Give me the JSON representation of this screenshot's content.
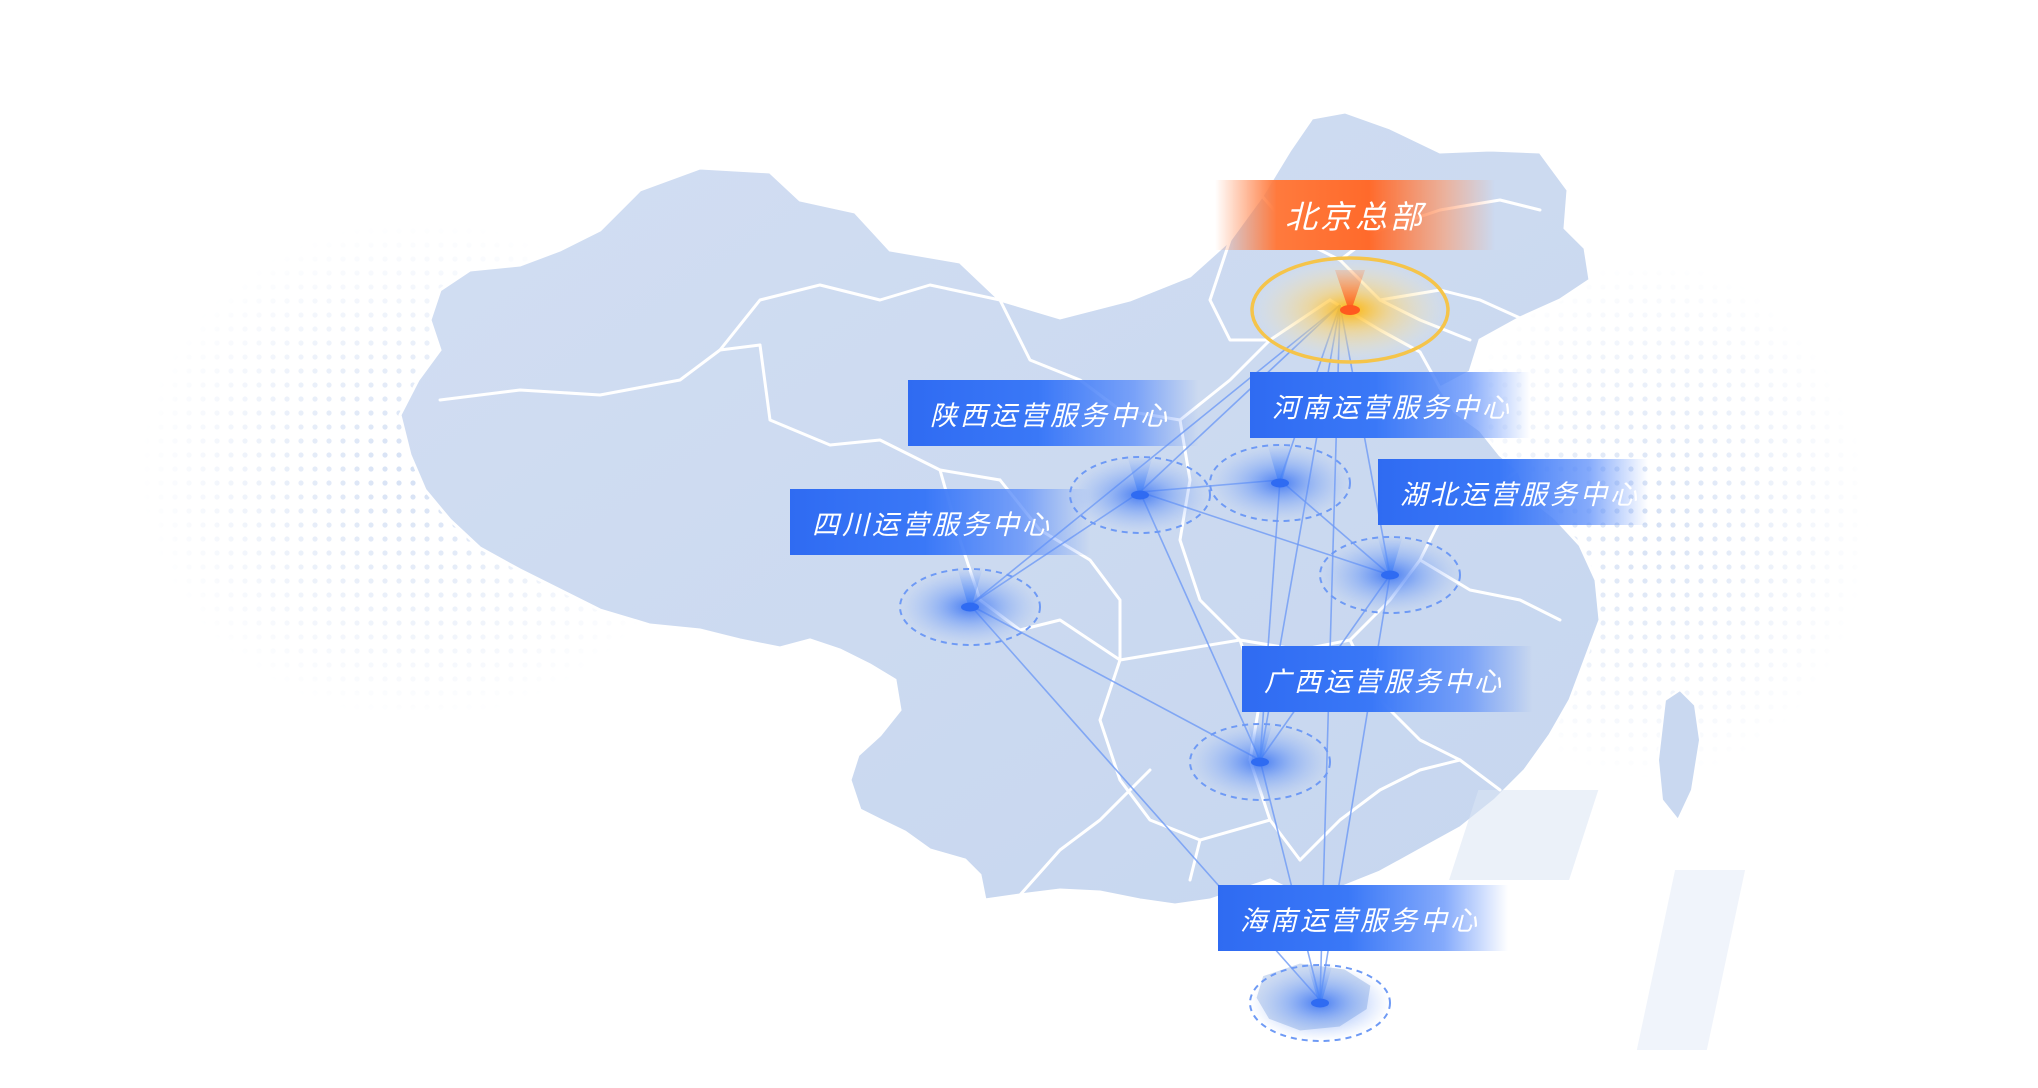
{
  "headquarters": {
    "label": "北京总部",
    "color": "#ff6a2b"
  },
  "centers": [
    {
      "id": "shaanxi",
      "label": "陕西运营服务中心"
    },
    {
      "id": "henan",
      "label": "河南运营服务中心"
    },
    {
      "id": "hubei",
      "label": "湖北运营服务中心"
    },
    {
      "id": "sichuan",
      "label": "四川运营服务中心"
    },
    {
      "id": "guangxi",
      "label": "广西运营服务中心"
    },
    {
      "id": "hainan",
      "label": "海南运营服务中心"
    }
  ],
  "colors": {
    "map_fill": "#c9d8f0",
    "province_border": "#ffffff",
    "label_blue": "#2f6bf2",
    "marker_blue": "#3b7cf6",
    "hq_ring": "#f5c44a"
  }
}
